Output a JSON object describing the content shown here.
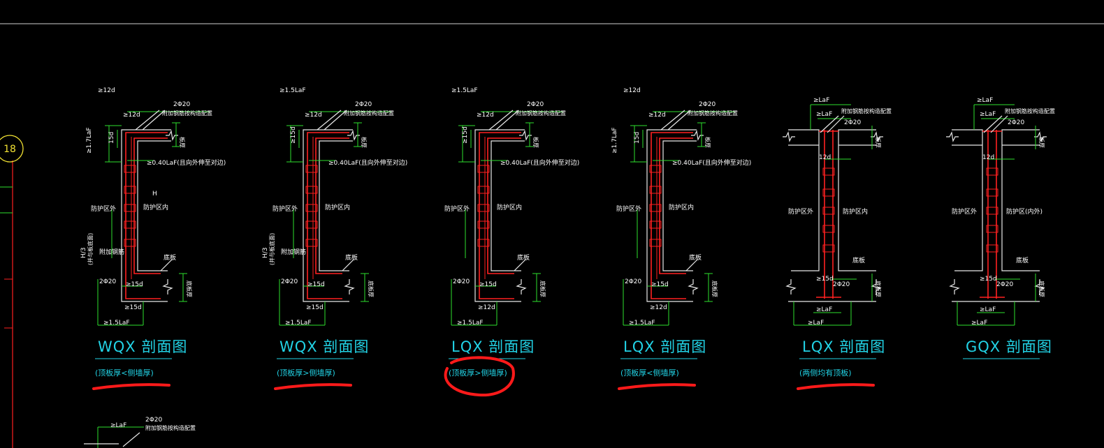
{
  "axis_marker": {
    "label": "18"
  },
  "sections": [
    {
      "kind": "L",
      "title": "WQX 剖面图",
      "subtitle": "(顶板厚<侧墙厚)",
      "highlight": "underline",
      "labels": {
        "top_rebar": "2Φ20",
        "top_note": "附加钢筋按构造配置",
        "top_left": "≥12d",
        "top_mid": "≥12d",
        "left_top": "≥1.7LaF",
        "left_mid": "15d",
        "right_top": "板厚",
        "mid": "≥0.40LaF(且向外伸至对边)",
        "inner_h": "H",
        "inner_right": "防护区内",
        "outer_left": "防护区外",
        "lower_left": "H/3",
        "lower_left_note": "(并与板底面)",
        "lower_note": "附加钢筋",
        "bottom_right": "底板",
        "bottom_rebar": "2Φ20",
        "bottom_mid": "≥15d",
        "bottom_mid2": "≥15d",
        "bottom_right2": "底板厚",
        "bottom_dim": "≥1.5LaF"
      }
    },
    {
      "kind": "L",
      "title": "WQX 剖面图",
      "subtitle": "(顶板厚>侧墙厚)",
      "highlight": "underline",
      "labels": {
        "top_rebar": "2Φ20",
        "top_note": "附加钢筋按构造配置",
        "top_left": "≥1.5LaF",
        "top_mid": "≥12d",
        "left_top": "",
        "left_mid": "≥15d",
        "right_top": "板厚",
        "mid": "≥0.40LaF(且向外伸至对边)",
        "inner_h": "",
        "inner_right": "防护区内",
        "outer_left": "防护区外",
        "lower_left": "H/3",
        "lower_left_note": "(并与板底面)",
        "lower_note": "附加钢筋",
        "bottom_right": "底板",
        "bottom_rebar": "2Φ20",
        "bottom_mid": "≥15d",
        "bottom_mid2": "≥15d",
        "bottom_right2": "底板厚",
        "bottom_dim": "≥1.5LaF"
      }
    },
    {
      "kind": "L",
      "title": "LQX 剖面图",
      "subtitle": "(顶板厚>侧墙厚)",
      "highlight": "circle",
      "labels": {
        "top_rebar": "2Φ20",
        "top_note": "附加钢筋按构造配置",
        "top_left": "≥1.5LaF",
        "top_mid": "≥12d",
        "left_top": "",
        "left_mid": "≥15d",
        "right_top": "板厚",
        "mid": "≥0.40LaF(且向外伸至对边)",
        "inner_h": "",
        "inner_right": "防护区内",
        "outer_left": "防护区外",
        "lower_left": "",
        "lower_left_note": "",
        "lower_note": "",
        "bottom_right": "底板",
        "bottom_rebar": "2Φ20",
        "bottom_mid": "≥15d",
        "bottom_mid2": "≥12d",
        "bottom_right2": "底板厚",
        "bottom_dim": "≥1.5LaF"
      }
    },
    {
      "kind": "L",
      "title": "LQX 剖面图",
      "subtitle": "(顶板厚<侧墙厚)",
      "highlight": "underline",
      "labels": {
        "top_rebar": "2Φ20",
        "top_note": "附加钢筋按构造配置",
        "top_left": "≥12d",
        "top_mid": "≥12d",
        "left_top": "≥1.7LaF",
        "left_mid": "15d",
        "right_top": "板厚",
        "mid": "≥0.40LaF(且向外伸至对边)",
        "inner_h": "",
        "inner_right": "防护区内",
        "outer_left": "防护区外",
        "lower_left": "",
        "lower_left_note": "",
        "lower_note": "",
        "bottom_right": "底板",
        "bottom_rebar": "2Φ20",
        "bottom_mid": "≥15d",
        "bottom_mid2": "≥12d",
        "bottom_right2": "底板厚",
        "bottom_dim": "≥1.5LaF"
      }
    },
    {
      "kind": "T",
      "title": "LQX 剖面图",
      "subtitle": "(两侧均有顶板)",
      "highlight": "underline",
      "labels": {
        "top_dim": "≥LaF",
        "top_dim2": "≥LaF",
        "top_rebar": "2Φ20",
        "top_note": "附加钢筋按构造配置",
        "right_top": "板厚",
        "mid": "12d",
        "outer_left": "防护区外",
        "inner_right": "防护区内",
        "bottom_right": "底板",
        "bottom_mid": "≥15d",
        "bottom_rebar": "2Φ20",
        "bottom_right2": "底板厚",
        "bottom_dim": "≥LaF",
        "bottom_dim2": "≥LaF"
      }
    },
    {
      "kind": "T",
      "title": "GQX 剖面图",
      "subtitle": "",
      "highlight": "none",
      "labels": {
        "top_dim": "≥LaF",
        "top_dim2": "≥LaF",
        "top_rebar": "2Φ20",
        "top_note": "附加钢筋按构造配置",
        "right_top": "板厚",
        "mid": "12d",
        "outer_left": "防护区外",
        "inner_right": "防护区(内外)",
        "bottom_right": "底板",
        "bottom_mid": "≥15d",
        "bottom_rebar": "2Φ20",
        "bottom_right2": "底板厚",
        "bottom_dim": "≥LaF",
        "bottom_dim2": "≥LaF"
      }
    }
  ],
  "bottom_partial": {
    "top_rebar": "2Φ20",
    "top_dim": "≥LaF",
    "top_note": "附加钢筋按构造配置"
  }
}
